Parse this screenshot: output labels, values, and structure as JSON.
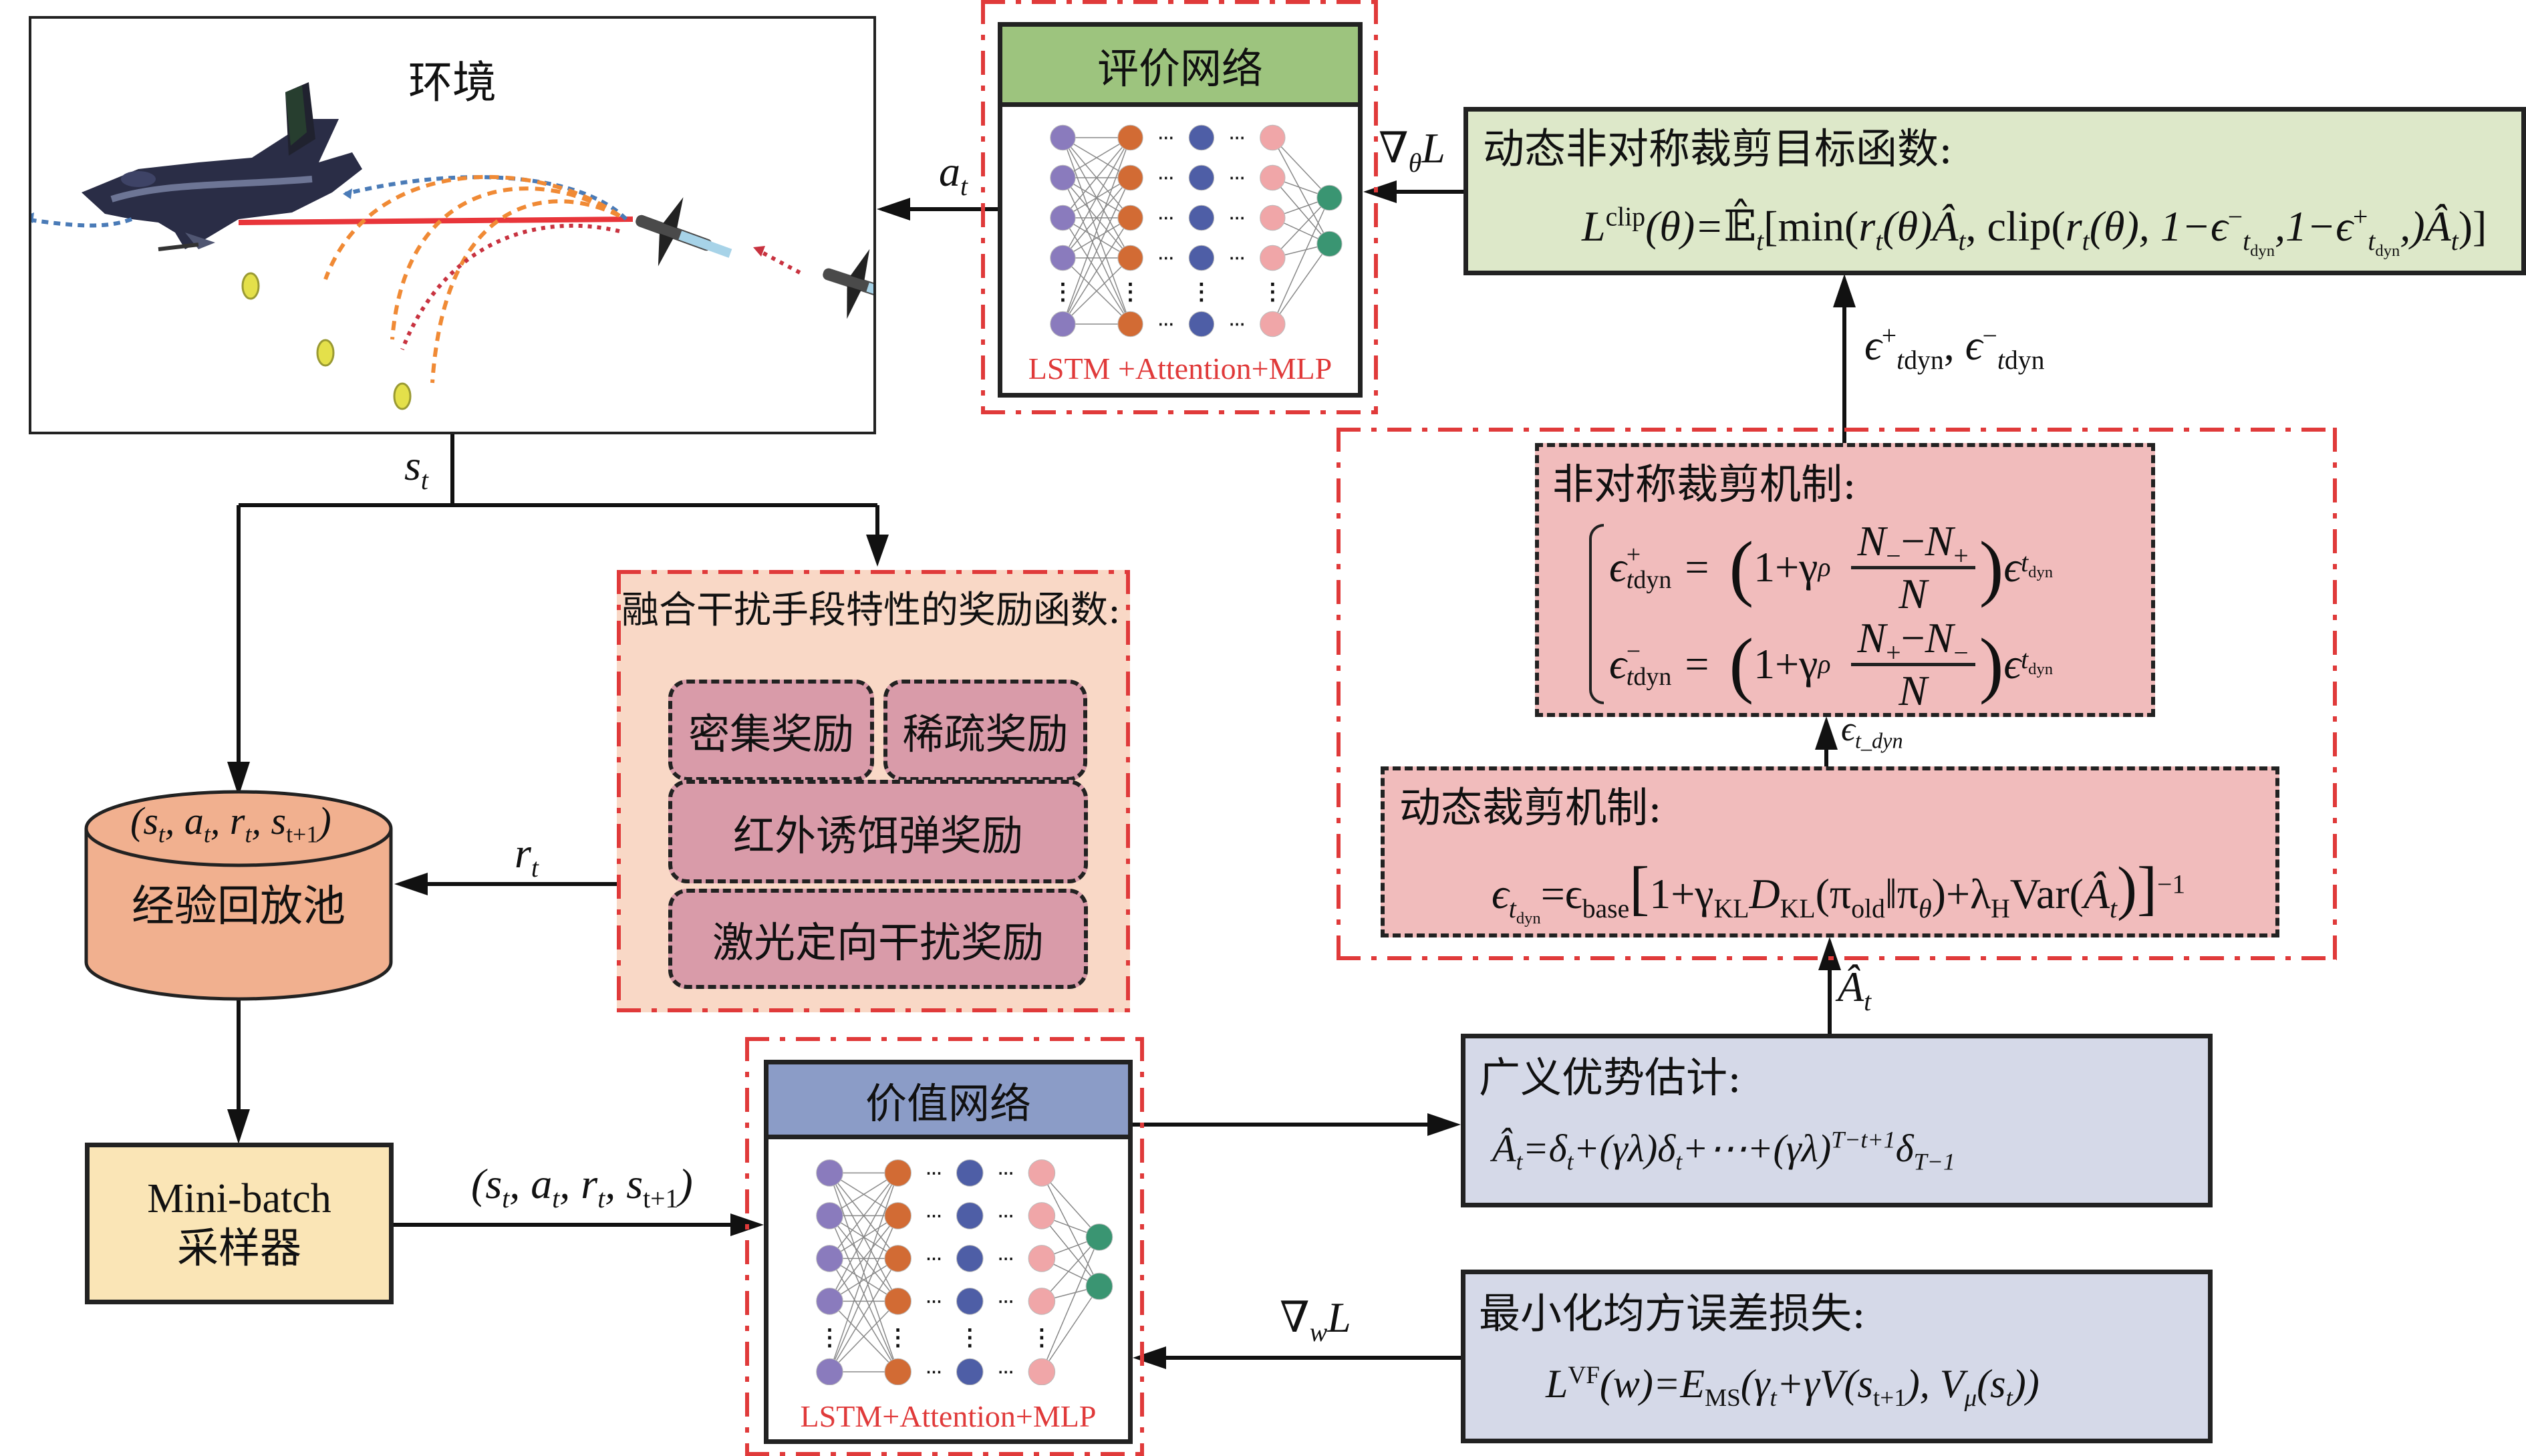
{
  "environment": {
    "title": "环境"
  },
  "critic_net": {
    "title": "评价网络",
    "caption": "LSTM +Attention+MLP",
    "header_color": "#9dc47e"
  },
  "value_net": {
    "title": "价值网络",
    "caption": "LSTM+Attention+MLP",
    "header_color": "#8b9cc7"
  },
  "objective": {
    "title": "动态非对称裁剪目标函数:",
    "formula_parts": {
      "L": "L",
      "clip_sup": "clip",
      "body1": "(θ)=",
      "E": "𝔼̂",
      "t": "t",
      "body2": "[min(",
      "r": "r",
      "body3": "(θ)",
      "A": "Â",
      "body4": ", clip(",
      "body5": "(θ), 1−ϵ",
      "minus": "−",
      "tdyn": "dyn",
      "body6": ",1−ϵ",
      "plus": "+",
      "body7": ",)",
      "body8": ")]"
    },
    "bg_color": "#dde8c9"
  },
  "asymmetric": {
    "title": "非对称裁剪机制:",
    "eq1": {
      "lhs": "ϵ",
      "sup": "+",
      "sub": "t",
      "subsub": "dyn",
      "eq": "=",
      "one": "1+γ",
      "rho": "ρ",
      "num_a": "N",
      "num_a_sub": "−",
      "minus": "−",
      "num_b": "N",
      "num_b_sub": "+",
      "den": "N",
      "rhs": "ϵ"
    },
    "eq2": {
      "lhs": "ϵ",
      "sup": "−",
      "sub": "t",
      "subsub": "dyn",
      "eq": "=",
      "one": "1+γ",
      "rho": "ρ",
      "num_a": "N",
      "num_a_sub": "+",
      "minus": "−",
      "num_b": "N",
      "num_b_sub": "−",
      "den": "N",
      "rhs": "ϵ"
    },
    "bg_color": "#f1bcbc"
  },
  "dynamic": {
    "title": "动态裁剪机制:",
    "formula": {
      "eps": "ϵ",
      "t": "t",
      "dyn": "dyn",
      "eq": "=ϵ",
      "base": "base",
      "lb": "[",
      "one": "1+γ",
      "kl": "KL",
      "D": "D",
      "pi_old": "(π",
      "old": "old",
      "bar": "‖π",
      "theta": "θ",
      "plus_lambda": ")+λ",
      "H": "H",
      "var": "Var(",
      "A": "Â",
      "rb": ")]",
      "pow": "−1"
    },
    "bg_color": "#f1bcbc"
  },
  "reward": {
    "title": "融合干扰手段特性的奖励函数:",
    "items": [
      "密集奖励",
      "稀疏奖励",
      "红外诱饵弹奖励",
      "激光定向干扰奖励"
    ],
    "bg_color": "#f9d8c6",
    "item_color": "#d99ba9"
  },
  "replay": {
    "tuple": "(s, a, r, s)",
    "tuple_parts": [
      "s",
      "t",
      "a",
      "t",
      "r",
      "t",
      "s",
      "t+1"
    ],
    "title": "经验回放池",
    "bg_color": "#f1b08f"
  },
  "minibatch": {
    "line1": "Mini-batch",
    "line2": "采样器",
    "bg_color": "#fae5b6"
  },
  "gae": {
    "title": "广义优势估计:",
    "formula": {
      "A": "Â",
      "t": "t",
      "eq": "=δ",
      "p1": "+(γλ)δ",
      "p2": "+⋯+(γλ)",
      "pow": "T−t+1",
      "d": "δ",
      "last": "T−1"
    },
    "bg_color": "#d5d9e8"
  },
  "mse": {
    "title": "最小化均方误差损失:",
    "formula": {
      "L": "L",
      "vf": "VF",
      "w": "(w)=E",
      "ms": "MS",
      "p1": "(γ",
      "t": "t",
      "p2": "+γV(s",
      "t1": "t+1",
      "p3": "), V",
      "mu": "μ",
      "p4": "(s",
      "p5": "))"
    },
    "bg_color": "#d5d9e8"
  },
  "edges": {
    "a_t": {
      "main": "a",
      "sub": "t"
    },
    "s_t": {
      "main": "s",
      "sub": "t"
    },
    "r_t": {
      "main": "r",
      "sub": "t"
    },
    "grad_theta": {
      "nabla": "∇",
      "sub": "θ",
      "L": "L"
    },
    "grad_w": {
      "nabla": "∇",
      "sub": "w",
      "L": "L"
    },
    "eps_pm": {
      "e1": "ϵ",
      "sup1": "+",
      "t1": "t",
      "d1": "dyn",
      "comma": ", ",
      "e2": "ϵ",
      "sup2": "−",
      "t2": "t",
      "d2": "dyn"
    },
    "eps_tdyn": {
      "e": "ϵ",
      "sub": "t_dyn"
    },
    "A_hat": {
      "A": "Â",
      "sub": "t"
    },
    "tuple_to_value": {
      "parts": [
        "s",
        "t",
        "a",
        "t",
        "r",
        "t",
        "s",
        "t+1"
      ]
    }
  },
  "network_colors": {
    "input": "#8a7bbd",
    "lstm": "#d26b34",
    "attention": "#4e5ea6",
    "mlp": "#f0a6a8",
    "output": "#3a9572",
    "caption": "#e03a3a"
  },
  "scene": {
    "colors": {
      "laser": "#e8353a",
      "flare_path": "#f08a35",
      "missile_path": "#c8323f",
      "evade_path": "#4a7bb7",
      "flare": "#e4e04a"
    }
  }
}
